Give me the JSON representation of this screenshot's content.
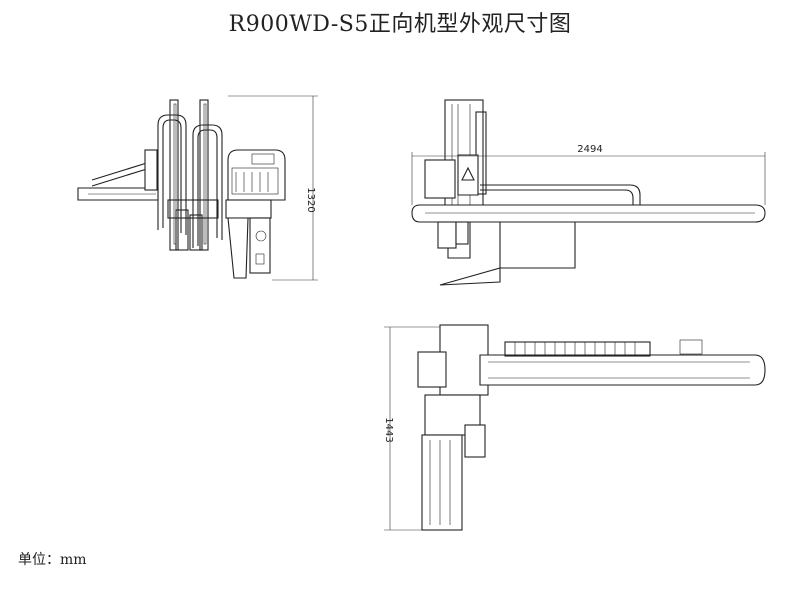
{
  "title": "R900WD-S5正向机型外观尺寸图",
  "unit_label": "单位：mm",
  "dimensions": {
    "side_height": "1320",
    "front_length": "2494",
    "top_depth": "1443"
  }
}
